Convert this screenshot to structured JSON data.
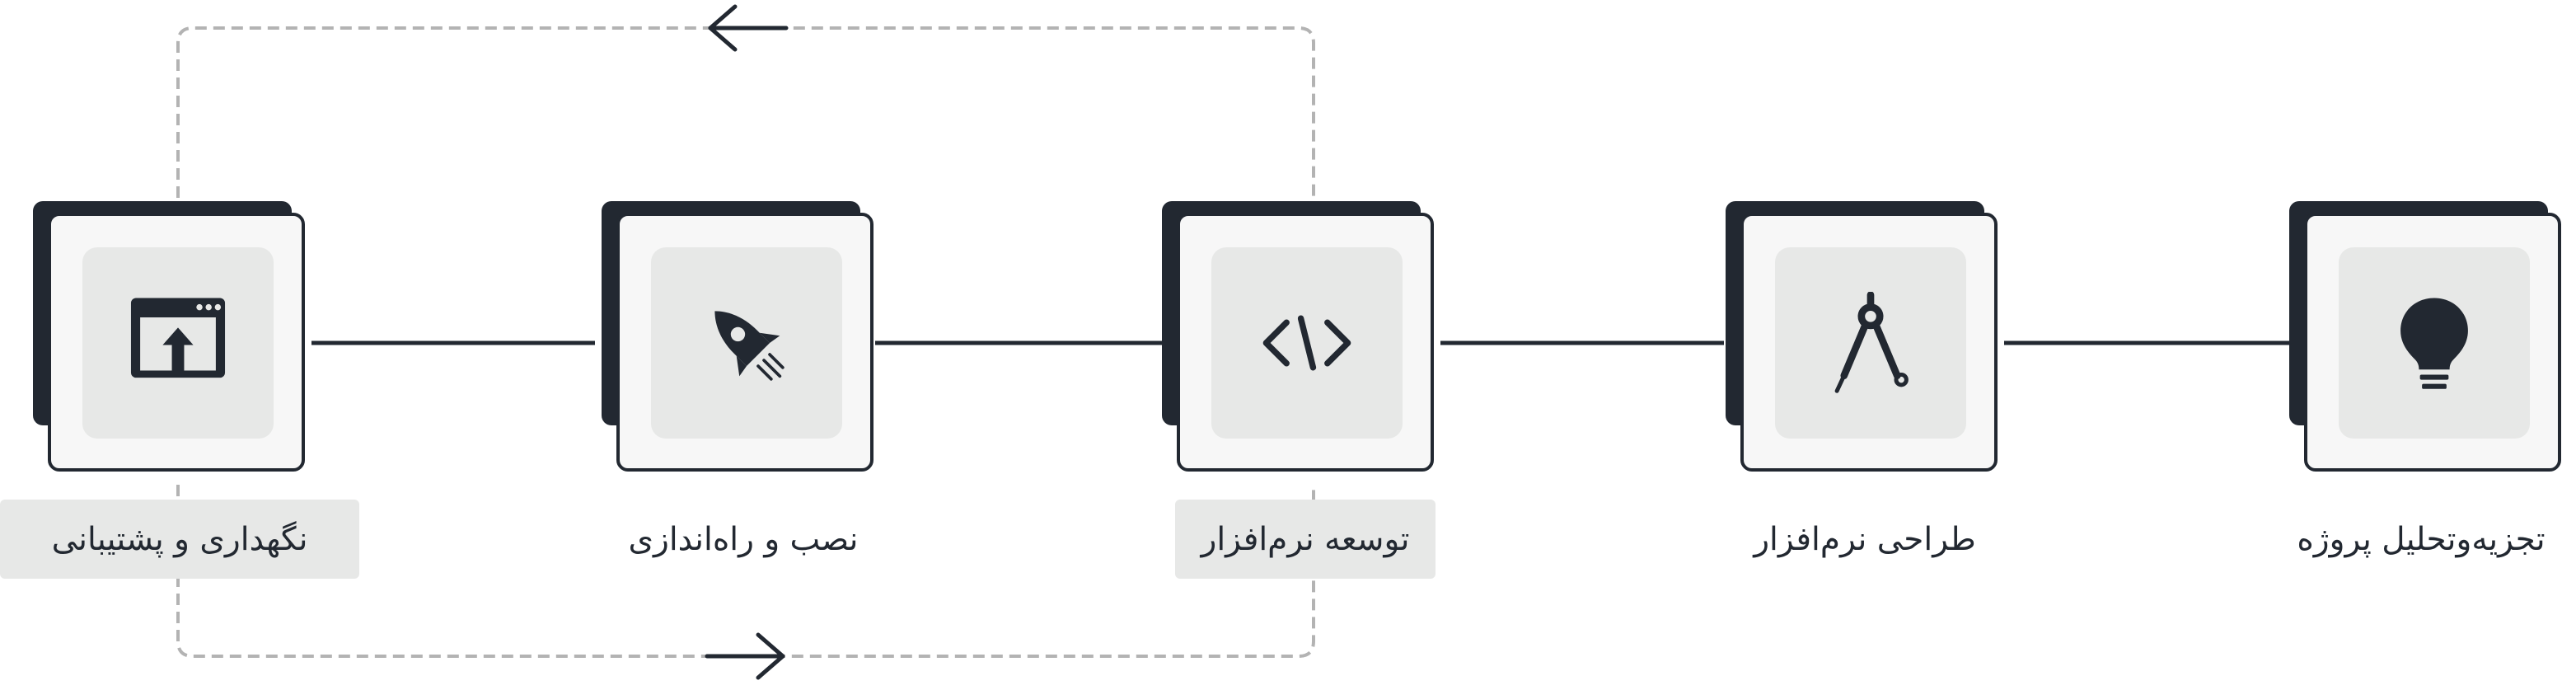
{
  "diagram": {
    "steps": [
      {
        "label": "تجزیه‌وتحلیل پروژه",
        "icon": "lightbulb-icon",
        "highlighted": false
      },
      {
        "label": "طراحی نرم‌افزار",
        "icon": "drafting-compass-icon",
        "highlighted": false
      },
      {
        "label": "توسعه نرم‌افزار",
        "icon": "code-icon",
        "highlighted": true
      },
      {
        "label": "نصب و راه‌اندازی",
        "icon": "rocket-icon",
        "highlighted": false
      },
      {
        "label": "نگهداری و پشتیبانی",
        "icon": "deploy-window-icon",
        "highlighted": true
      }
    ],
    "feedback_loop": {
      "from": "نگهداری و پشتیبانی",
      "to": "توسعه نرم‌افزار",
      "style": "dashed"
    },
    "colors": {
      "ink": "#222831",
      "card_face": "#f7f7f7",
      "icon_tile": "#e7e8e7",
      "label_highlight": "#e7e8e7",
      "loop_stroke": "#b3b3b3"
    }
  }
}
